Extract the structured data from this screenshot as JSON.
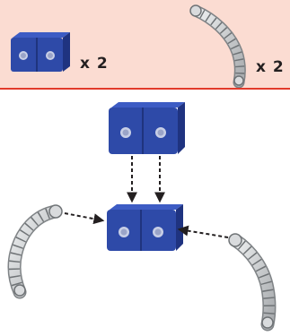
{
  "parts_panel": {
    "items": [
      {
        "part": "blue-double-block",
        "quantity": "x 2"
      },
      {
        "part": "grey-curved-arm",
        "quantity": "x 2"
      }
    ]
  },
  "colors": {
    "panel_background": "#fbdcd2",
    "panel_border": "#e23a2a",
    "block_blue": "#2e4aa8",
    "arm_grey": "#c9cbcd",
    "arrow": "#231f20"
  }
}
